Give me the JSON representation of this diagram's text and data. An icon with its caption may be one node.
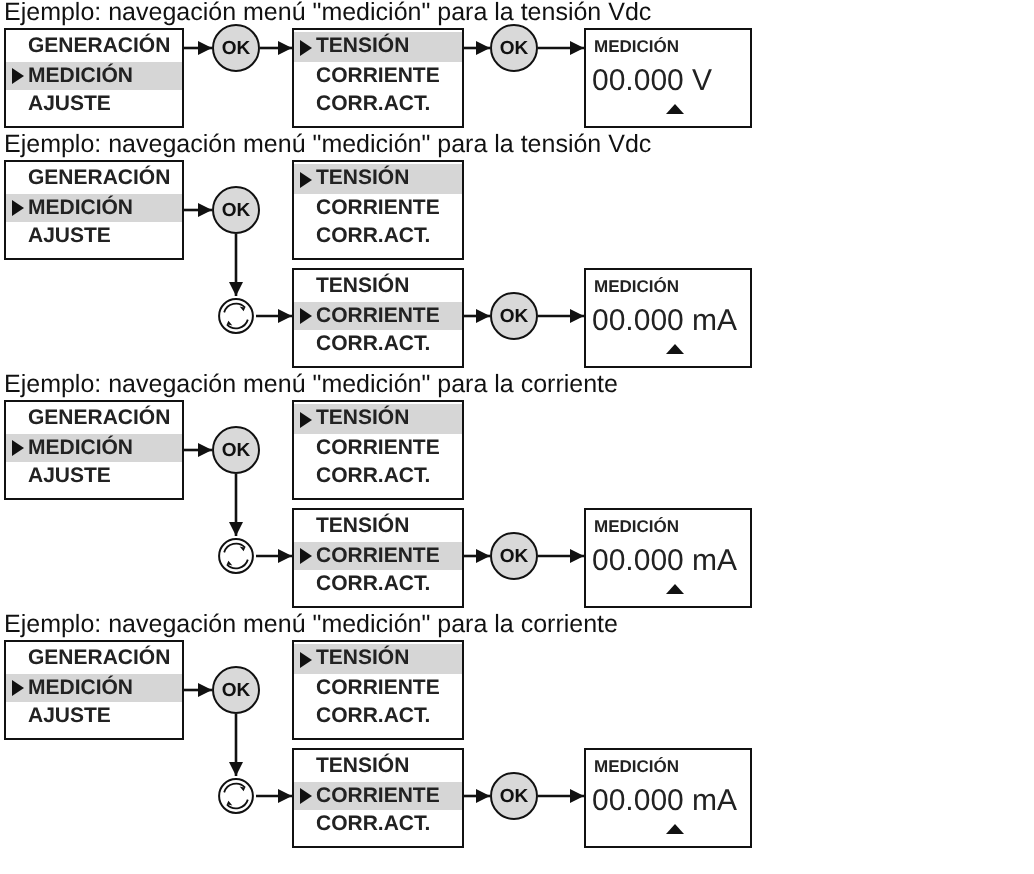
{
  "diagram": {
    "nodes": [
      {
        "text": [
          "GENERACIÓN",
          "MEDICIÓN",
          "AJUSTE"
        ]
      },
      {
        "text": [
          "OK"
        ]
      },
      {
        "text": [
          "TENSIÓN",
          "CORRIENTE",
          "CORR.ACT."
        ]
      },
      {
        "text": [
          "OK"
        ]
      },
      {
        "text": [
          "MEDICIÓN",
          "00.000 V"
        ]
      },
      {
        "text": [
          "GENERACIÓN",
          "MEDICIÓN",
          "AJUSTE"
        ]
      },
      {
        "text": [
          "OK"
        ]
      },
      {
        "text": [
          "TENSIÓN",
          "CORRIENTE",
          "CORR.ACT."
        ]
      },
      {
        "text": [],
        "shape": "circle"
      },
      {
        "text": [
          "TENSIÓN",
          "CORRIENTE",
          "CORR.ACT."
        ]
      },
      {
        "text": [
          "OK"
        ]
      },
      {
        "text": [
          "MEDICIÓN",
          "00.000 mA"
        ]
      },
      {
        "text": [
          "GENERACIÓN",
          "MEDICIÓN",
          "AJUSTE"
        ]
      },
      {
        "text": [
          "OK"
        ]
      },
      {
        "text": [
          "TENSIÓN",
          "CORRIENTE",
          "CORR.ACT."
        ]
      },
      {
        "text": [],
        "shape": "circle"
      },
      {
        "text": [
          "TENSIÓN",
          "CORRIENTE",
          "CORR.ACT."
        ]
      },
      {
        "text": [
          "OK"
        ]
      },
      {
        "text": [
          "MEDICIÓN",
          "00.000 mA"
        ]
      },
      {
        "text": [
          "GENERACIÓN",
          "MEDICIÓN",
          "AJUSTE"
        ]
      },
      {
        "text": [
          "OK"
        ]
      },
      {
        "text": [
          "TENSIÓN",
          "CORRIENTE",
          "CORR.ACT."
        ]
      },
      {
        "text": [],
        "shape": "circle"
      },
      {
        "text": [
          "TENSIÓN",
          "CORRIENTE",
          "CORR.ACT."
        ]
      },
      {
        "text": [
          "OK"
        ]
      },
      {
        "text": [
          "MEDICIÓN",
          "00.000 mA"
        ]
      }
    ],
    "edges": [
      {
        "from": 0,
        "to": 1,
        "arrow": "to"
      },
      {
        "from": 1,
        "to": 2,
        "arrow": "to"
      },
      {
        "from": 2,
        "to": 3,
        "arrow": "to"
      },
      {
        "from": 3,
        "to": 4,
        "arrow": "to"
      },
      {
        "from": 5,
        "to": 6,
        "arrow": "to"
      },
      {
        "from": 6,
        "to": 8,
        "arrow": "to"
      },
      {
        "from": 8,
        "to": 9,
        "arrow": "to"
      },
      {
        "from": 9,
        "to": 10,
        "arrow": "to"
      },
      {
        "from": 10,
        "to": 11,
        "arrow": "to"
      },
      {
        "from": 12,
        "to": 13,
        "arrow": "to"
      },
      {
        "from": 13,
        "to": 15,
        "arrow": "to"
      },
      {
        "from": 15,
        "to": 16,
        "arrow": "to"
      },
      {
        "from": 16,
        "to": 17,
        "arrow": "to"
      },
      {
        "from": 17,
        "to": 18,
        "arrow": "to"
      },
      {
        "from": 19,
        "to": 20,
        "arrow": "to"
      },
      {
        "from": 20,
        "to": 22,
        "arrow": "to"
      },
      {
        "from": 22,
        "to": 23,
        "arrow": "to"
      },
      {
        "from": 23,
        "to": 24,
        "arrow": "to"
      },
      {
        "from": 24,
        "to": 25,
        "arrow": "to"
      }
    ],
    "labels": [
      "Ejemplo: navegación menú \"medición\" para la tensión Vdc",
      "Ejemplo: navegación menú \"medición\" para la tensión Vdc",
      "Ejemplo: navegación menú \"medición\" para la corriente",
      "Ejemplo: navegación menú \"medición\" para la corriente"
    ]
  }
}
